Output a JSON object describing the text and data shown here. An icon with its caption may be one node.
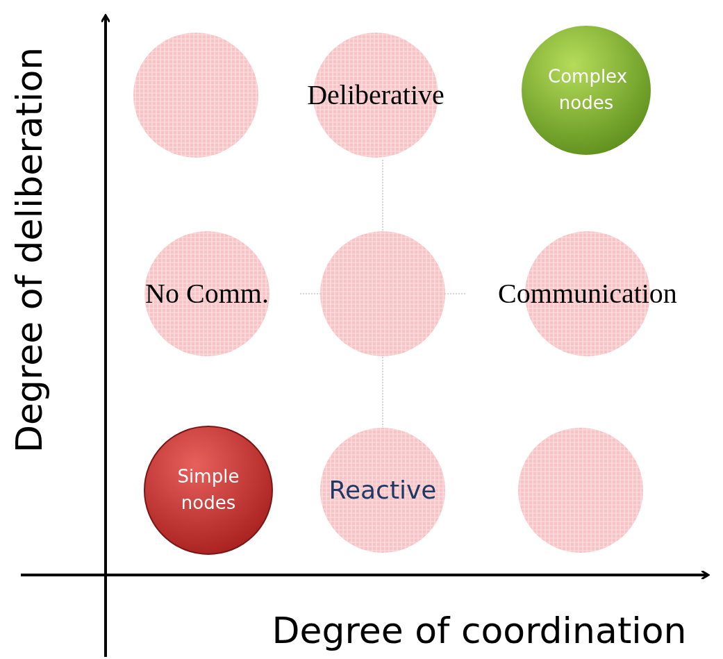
{
  "diagram": {
    "nodes": [
      {
        "text": [],
        "shape": "circle"
      },
      {
        "text": [
          "Deliberative"
        ]
      },
      {
        "text": [
          "Complex nodes"
        ]
      },
      {
        "text": [
          "No Comm."
        ]
      },
      {
        "text": [],
        "shape": "circle"
      },
      {
        "text": [
          "Communication"
        ]
      },
      {
        "text": [
          "Simple nodes"
        ]
      },
      {
        "text": [
          "Reactive"
        ]
      },
      {
        "text": [],
        "shape": "circle"
      }
    ],
    "edges": [],
    "labels": [
      "Degree of deliberation",
      "Degree of coordination"
    ]
  }
}
